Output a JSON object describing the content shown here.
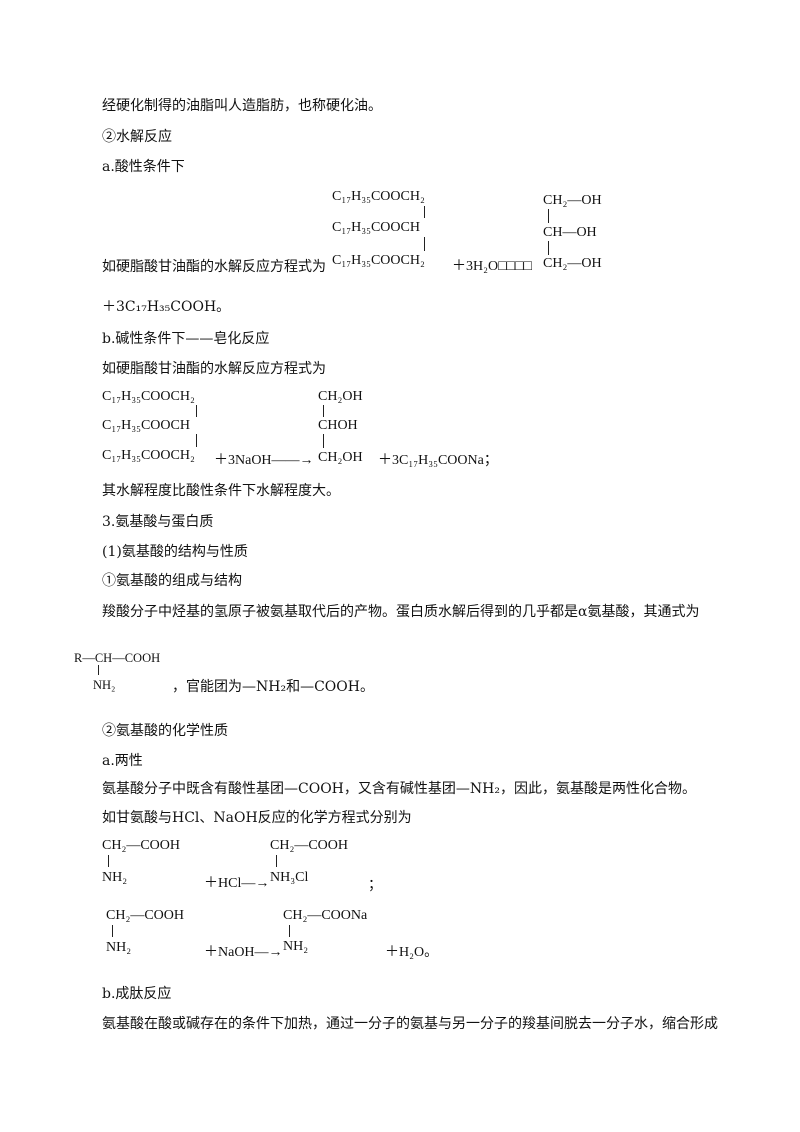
{
  "text": {
    "p1": "经硬化制得的油脂叫人造脂肪，也称硬化油。",
    "h2": "②水解反应",
    "h2a": "a.酸性条件下",
    "acid_intro": "如硬脂酸甘油酯的水解反应方程式为",
    "acid_product": "＋3C₁₇H₃₅COOH。",
    "h2b": "b.碱性条件下——皂化反应",
    "base_intro": "如硬脂酸甘油酯的水解反应方程式为",
    "base_note": "其水解程度比酸性条件下水解程度大。",
    "h3": "3.氨基酸与蛋白质",
    "h31": "(1)氨基酸的结构与性质",
    "h311": "①氨基酸的组成与结构",
    "aa_def": "羧酸分子中烃基的氢原子被氨基取代后的产物。蛋白质水解后得到的几乎都是α氨基酸，其通式为",
    "func_group": "，官能团为—NH₂和—COOH。",
    "h312": "②氨基酸的化学性质",
    "h312a": "a.两性",
    "amph": "氨基酸分子中既含有酸性基团—COOH，又含有碱性基团—NH₂，因此，氨基酸是两性化合物。",
    "gly_intro": "如甘氨酸与HCl、NaOH反应的化学方程式分别为",
    "h312b": "b.成肽反应",
    "peptide": "氨基酸在酸或碱存在的条件下加热，通过一分子的氨基与另一分子的羧基间脱去一分子水，缩合形成"
  },
  "formulas": {
    "ester_r1": "C₁₇H₃₅COOCH₂",
    "ester_r2": "C₁₇H₃₅COOCH",
    "ester_r3": "C₁₇H₃₅COOCH₂",
    "acid_water": "＋3H₂O□□□□",
    "glycerol_r1": "CH₂—OH",
    "glycerol_r2": "CH—OH",
    "glycerol_r3": "CH₂—OH",
    "naoh": "＋3NaOH——→",
    "gly_b1": "CH₂OH",
    "gly_b2": "CHOH",
    "gly_b3": "CH₂OH",
    "soap": "＋3C₁₇H₃₅COONa；",
    "aa_top": "R—CH—COOH",
    "aa_bottom": "NH₂",
    "g1_top": "CH₂—COOH",
    "g1_bottom": "NH₂",
    "hcl": "＋HCl—→",
    "p1_top": "CH₂—COOH",
    "p1_bottom": "NH₃Cl",
    "semi": "；",
    "g2_top": "CH₂—COOH",
    "g2_bottom": "NH₂",
    "naoh2": "＋NaOH—→",
    "p2_top": "CH₂—COONa",
    "p2_bottom": "NH₂",
    "water": "＋H₂O。"
  }
}
